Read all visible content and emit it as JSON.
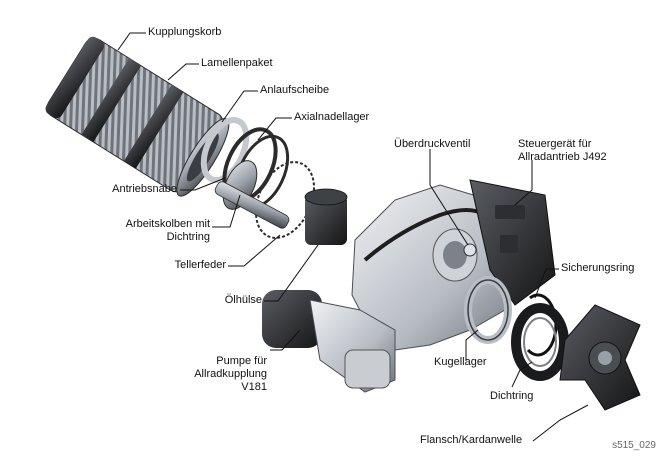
{
  "labels": {
    "kupplungskorb": "Kupplungskorb",
    "lamellenpaket": "Lamellenpaket",
    "anlaufscheibe": "Anlaufscheibe",
    "axialnadellager": "Axialnadellager",
    "ueberdruckventil": "Überdruckventil",
    "steuergeraet_1": "Steuergerät für",
    "steuergeraet_2": "Allradantrieb J492",
    "antriebsnabe": "Antriebsnabe",
    "arbeitskolben_1": "Arbeitskolben mit",
    "arbeitskolben_2": "Dichtring",
    "tellerfeder": "Tellerfeder",
    "oelhuelse": "Ölhülse",
    "sicherungsring": "Sicherungsring",
    "pumpe_1": "Pumpe für",
    "pumpe_2": "Allradkupplung",
    "pumpe_3": "V181",
    "kugellager": "Kugellager",
    "dichtring": "Dichtring",
    "flansch": "Flansch/Kardanwelle"
  },
  "figure_id": "s515_029",
  "colors": {
    "label_text": "#111111",
    "leader": "#111111",
    "metal_dark": "#2b2b2b",
    "metal_mid": "#8a8f96",
    "metal_light": "#d9dde2"
  }
}
